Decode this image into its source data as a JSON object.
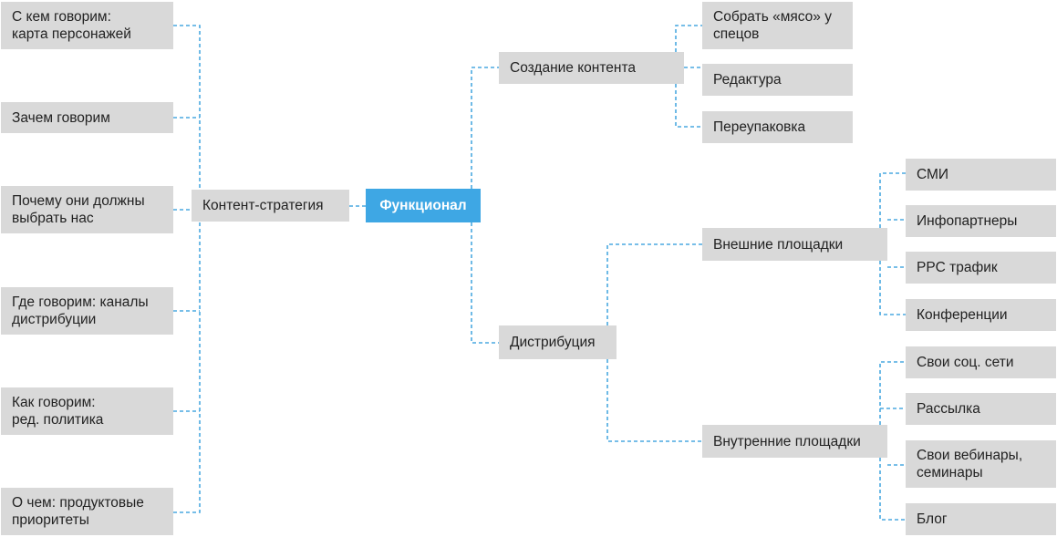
{
  "root": {
    "label": "Функционал",
    "color": "#3ea7e4"
  },
  "strategy": {
    "label": "Контент-стратегия",
    "items": [
      [
        "С кем говорим:",
        "карта персонажей"
      ],
      [
        "Зачем говорим"
      ],
      [
        "Почему они должны",
        "выбрать нас"
      ],
      [
        "Где говорим: каналы",
        "дистрибуции"
      ],
      [
        "Как говорим:",
        "ред. политика"
      ],
      [
        "О чем: продуктовые",
        "приоритеты"
      ]
    ]
  },
  "content": {
    "label": "Создание контента",
    "items": [
      [
        "Собрать «мясо» у",
        "спецов"
      ],
      [
        "Редактура"
      ],
      [
        "Переупаковка"
      ]
    ]
  },
  "distribution": {
    "label": "Дистрибуция",
    "external": {
      "label": "Внешние площадки",
      "items": [
        [
          "СМИ"
        ],
        [
          "Инфопартнеры"
        ],
        [
          "PPC трафик"
        ],
        [
          "Конференции"
        ]
      ]
    },
    "internal": {
      "label": "Внутренние площадки",
      "items": [
        [
          "Свои соц. сети"
        ],
        [
          "Рассылка"
        ],
        [
          "Свои вебинары,",
          "семинары"
        ],
        [
          "Блог"
        ]
      ]
    }
  },
  "colors": {
    "node_fill": "#d9d9d9",
    "connector": "#4aa9e0",
    "text": "#222222"
  }
}
